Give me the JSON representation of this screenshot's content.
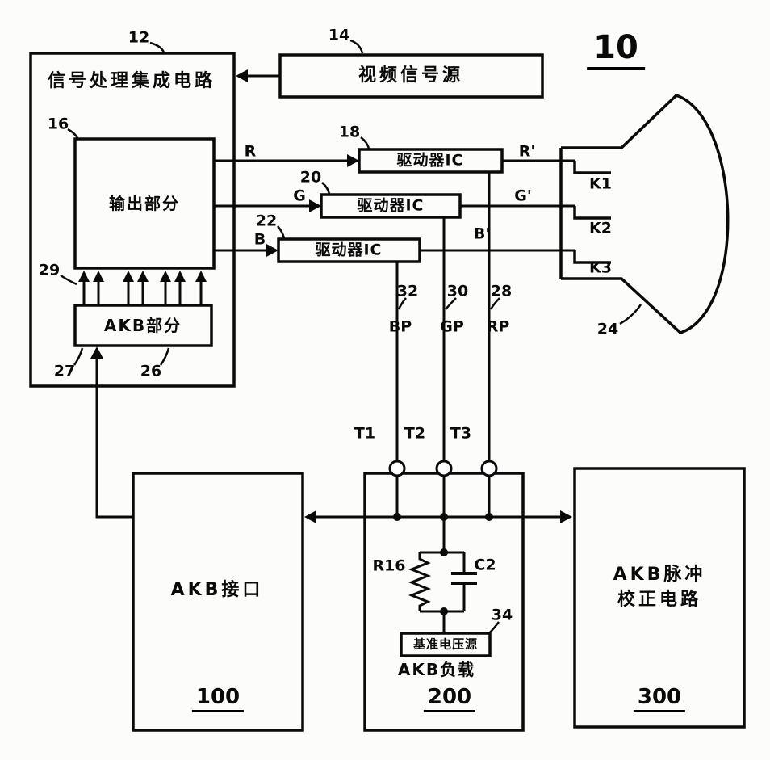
{
  "figure": {
    "number": "10"
  },
  "blocks": {
    "signal_processor": {
      "label": "信号处理集成电路",
      "ref": "12"
    },
    "video_source": {
      "label": "视频信号源",
      "ref": "14"
    },
    "output_section": {
      "label": "输出部分",
      "ref": "16"
    },
    "akb_section": {
      "label": "AKB部分",
      "ref": "26"
    },
    "driver_r": {
      "label": "驱动器IC",
      "ref": "18"
    },
    "driver_g": {
      "label": "驱动器IC",
      "ref": "20"
    },
    "driver_b": {
      "label": "驱动器IC",
      "ref": "22"
    },
    "crt": {
      "ref": "24",
      "cathodes": [
        "K1",
        "K2",
        "K3"
      ]
    },
    "akb_interface": {
      "label": "AKB接口",
      "ref": "100"
    },
    "akb_load": {
      "label": "AKB负载",
      "ref": "200",
      "resistor": "R16",
      "capacitor": "C2",
      "ref_source_label": "基准电压源",
      "ref_source_ref": "34"
    },
    "akb_pulse": {
      "label_line1": "AKB脉冲",
      "label_line2": "校正电路",
      "ref": "300"
    }
  },
  "signals": {
    "r_in": "R",
    "g_in": "G",
    "b_in": "B",
    "r_out": "R'",
    "g_out": "G'",
    "b_out": "B'",
    "bp": "BP",
    "gp": "GP",
    "rp": "RP",
    "bp_ref": "32",
    "gp_ref": "30",
    "rp_ref": "28",
    "t1": "T1",
    "t2": "T2",
    "t3": "T3"
  },
  "refs": {
    "r27": "27",
    "r29": "29"
  }
}
